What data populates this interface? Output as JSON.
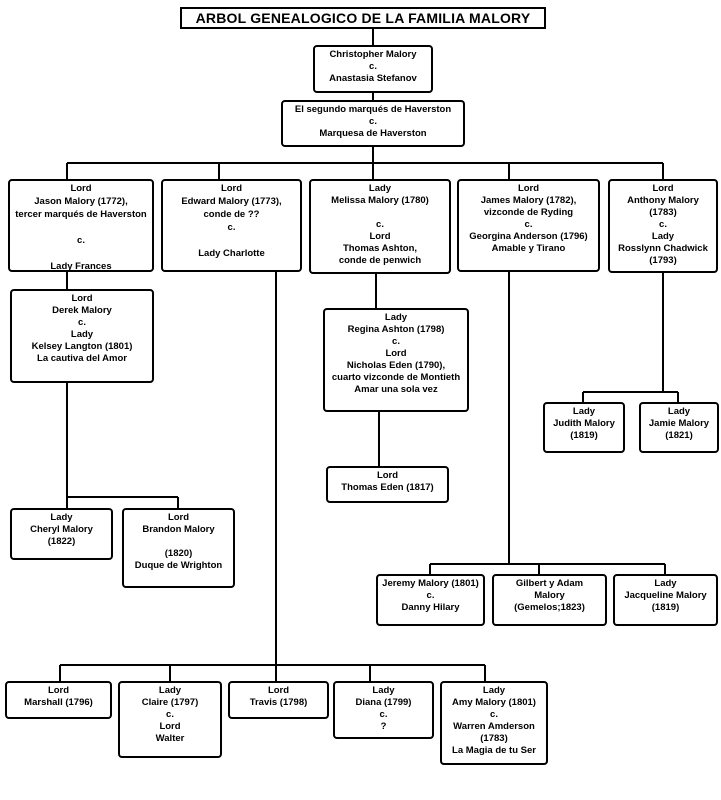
{
  "title": "ARBOL GENEALOGICO DE LA FAMILIA MALORY",
  "people": {
    "christopher": [
      "Christopher Malory",
      "c.",
      "Anastasia Stefanov"
    ],
    "haverston": [
      "El segundo marqués de Haverston",
      "c.",
      "Marquesa de Haverston"
    ],
    "jason": [
      "Lord",
      "Jason Malory (1772),",
      "tercer marqués de Haverston",
      "",
      "c.",
      "",
      "Lady Frances"
    ],
    "edward": [
      "Lord",
      "Edward Malory (1773),",
      "conde de ??",
      "c.",
      "",
      "Lady Charlotte"
    ],
    "melissa": [
      "Lady",
      "Melissa Malory (1780)",
      "",
      "c.",
      "Lord",
      "Thomas Ashton,",
      "conde de penwich"
    ],
    "james": [
      "Lord",
      "James Malory (1782),",
      "vizconde de Ryding",
      "c.",
      "Georgina Anderson (1796)",
      "Amable y Tirano"
    ],
    "anthony": [
      "Lord",
      "Anthony Malory",
      "(1783)",
      "c.",
      "Lady",
      "Rosslynn Chadwick",
      "(1793)"
    ],
    "derek": [
      "Lord",
      "Derek Malory",
      "c.",
      "Lady",
      "Kelsey Langton (1801)",
      "La cautiva del Amor"
    ],
    "regina": [
      "Lady",
      "Regina Ashton (1798)",
      "c.",
      "Lord",
      "Nicholas Eden (1790),",
      "cuarto vizconde de Montieth",
      "Amar una sola vez"
    ],
    "thomas_eden": [
      "Lord",
      "Thomas Eden (1817)"
    ],
    "judith": [
      "Lady",
      "Judith Malory",
      "(1819)"
    ],
    "jamie": [
      "Lady",
      "Jamie Malory",
      "(1821)"
    ],
    "cheryl": [
      "Lady",
      "Cheryl Malory",
      "(1822)"
    ],
    "brandon": [
      "Lord",
      "Brandon Malory",
      "",
      "(1820)",
      "Duque de Wrighton"
    ],
    "jeremy": [
      "Jeremy Malory (1801)",
      "c.",
      "Danny Hilary"
    ],
    "gilbert": [
      "Gilbert y Adam",
      "Malory",
      "(Gemelos;1823)"
    ],
    "jacqueline": [
      "Lady",
      "Jacqueline Malory",
      "(1819)"
    ],
    "marshall": [
      "Lord",
      "Marshall (1796)"
    ],
    "claire": [
      "Lady",
      "Claire (1797)",
      "c.",
      "Lord",
      "Walter"
    ],
    "travis": [
      "Lord",
      "Travis (1798)"
    ],
    "diana": [
      "Lady",
      "Diana (1799)",
      "c.",
      "?"
    ],
    "amy": [
      "Lady",
      "Amy Malory (1801)",
      "c.",
      "Warren Amderson",
      "(1783)",
      "La Magia de tu Ser"
    ]
  }
}
